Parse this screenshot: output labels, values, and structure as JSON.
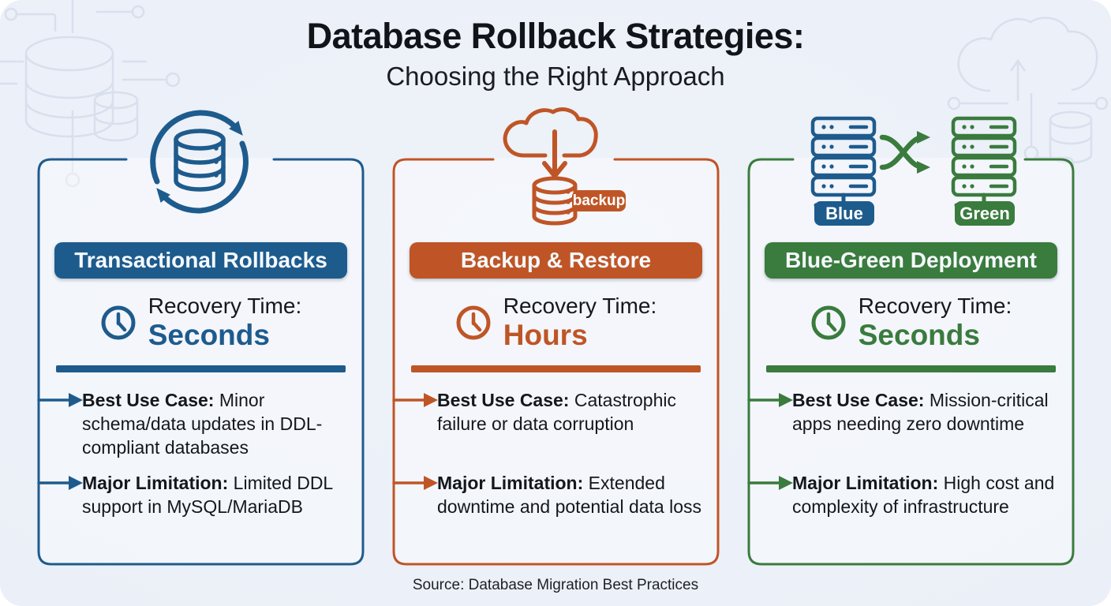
{
  "title": "Database Rollback Strategies:",
  "subtitle": "Choosing the Right Approach",
  "source": "Source: Database Migration Best Practices",
  "colors": {
    "blue": "#1e5b8d",
    "orange": "#bf5526",
    "green": "#3a7b3e",
    "background": "#edf1f8",
    "text": "#14171c"
  },
  "cards": [
    {
      "title": "Transactional Rollbacks",
      "accent": "#1e5b8d",
      "icon": "database-sync-icon",
      "recovery_label": "Recovery Time:",
      "recovery_value": "Seconds",
      "best_label": "Best Use Case:",
      "best_text": " Minor schema/data updates in DDL-compliant databases",
      "limit_label": "Major Limitation:",
      "limit_text": " Limited DDL support in MySQL/MariaDB"
    },
    {
      "title": "Backup & Restore",
      "accent": "#bf5526",
      "icon": "cloud-backup-icon",
      "icon_badge": "backup",
      "recovery_label": "Recovery Time:",
      "recovery_value": "Hours",
      "best_label": "Best Use Case:",
      "best_text": " Catastrophic failure or data corruption",
      "limit_label": "Major Limitation:",
      "limit_text": " Extended downtime and potential data loss"
    },
    {
      "title": "Blue-Green Deployment",
      "accent": "#3a7b3e",
      "accent2": "#1e5b8d",
      "icon": "blue-green-servers-icon",
      "icon_labels": [
        "Blue",
        "Green"
      ],
      "recovery_label": "Recovery Time:",
      "recovery_value": "Seconds",
      "best_label": "Best Use Case:",
      "best_text": " Mission-critical apps needing zero downtime",
      "limit_label": "Major Limitation:",
      "limit_text": " High cost and complexity of infrastructure"
    }
  ]
}
